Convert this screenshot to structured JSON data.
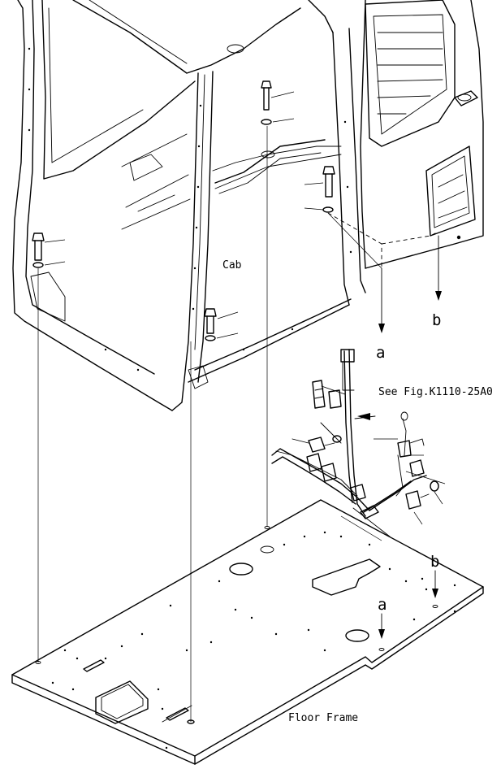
{
  "labels": {
    "cab": "Cab",
    "see_fig": "See Fig.K1110-25A0",
    "floor_frame": "Floor Frame",
    "callout_a_top": "a",
    "callout_b_top": "b",
    "callout_a_bottom": "a",
    "callout_b_bottom": "b"
  }
}
